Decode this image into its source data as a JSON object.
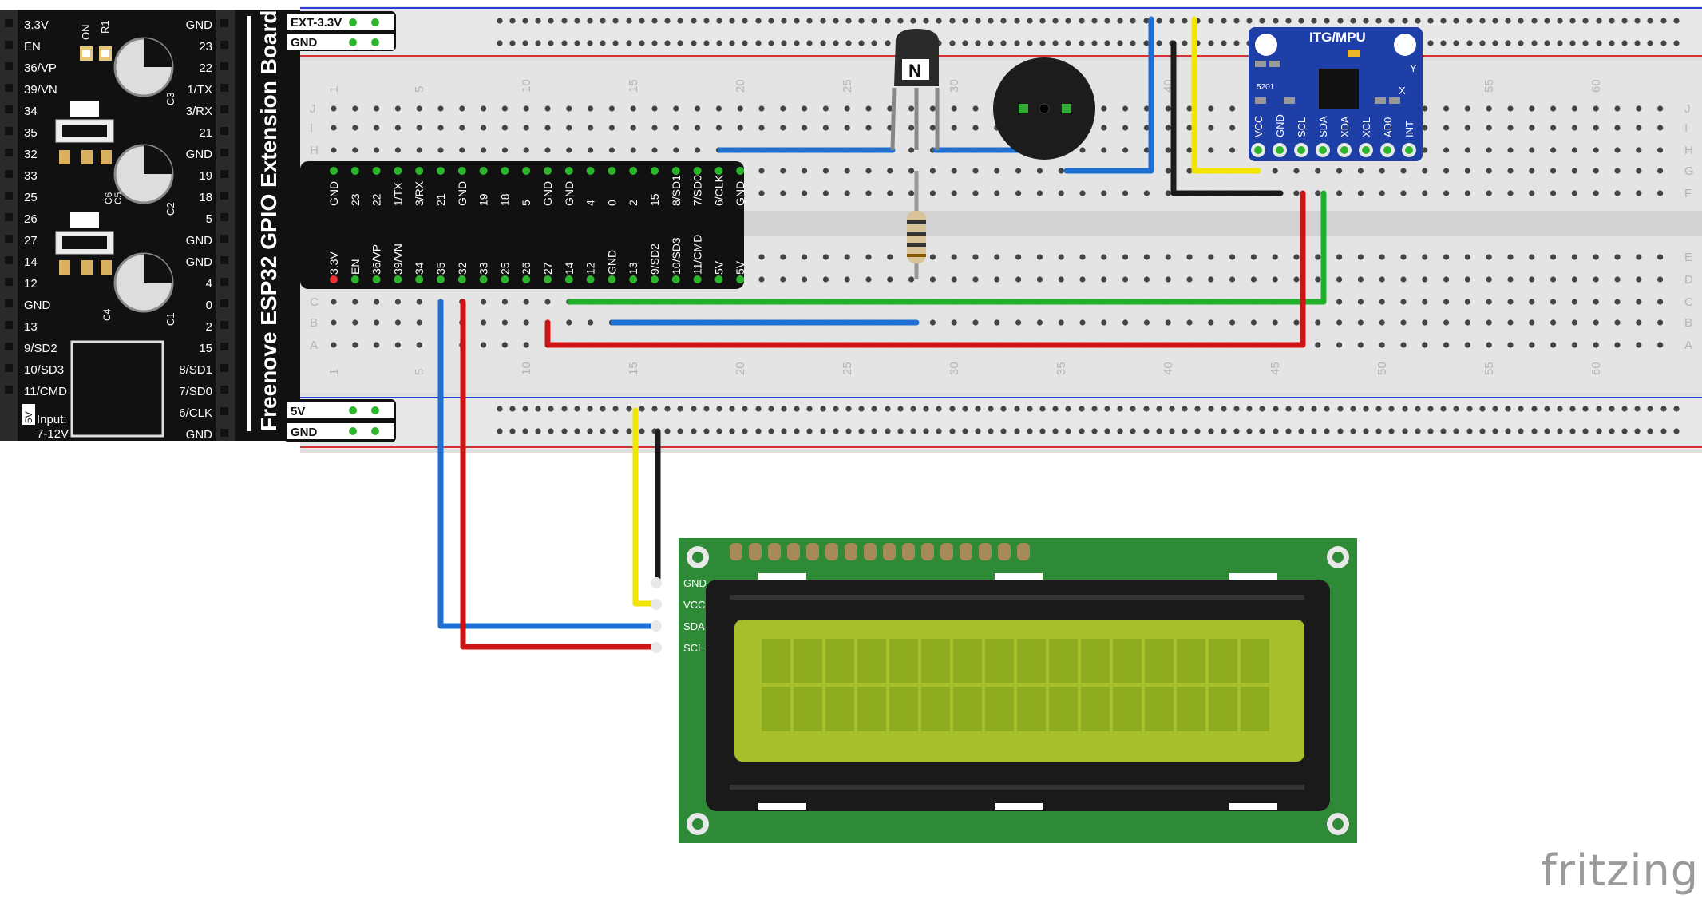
{
  "board": {
    "title": "Freenove ESP32 GPIO Extension Board",
    "input_label": "Input:",
    "input_range": "7-12V",
    "input_5v": "5V",
    "left_col": [
      "3.3V",
      "EN",
      "36/VP",
      "39/VN",
      "34",
      "35",
      "32",
      "33",
      "25",
      "26",
      "27",
      "14",
      "12",
      "GND",
      "13",
      "9/SD2",
      "10/SD3",
      "11/CMD"
    ],
    "right_col": [
      "GND",
      "23",
      "22",
      "1/TX",
      "3/RX",
      "21",
      "GND",
      "19",
      "18",
      "5",
      "GND",
      "GND",
      "4",
      "0",
      "2",
      "15",
      "8/SD1",
      "7/SD0",
      "6/CLK",
      "GND"
    ],
    "caps": [
      "C3",
      "C2",
      "C1",
      "C6",
      "C5",
      "C4"
    ],
    "top_led": [
      "ON",
      "R1"
    ],
    "header_top": [
      "GND",
      "23",
      "22",
      "1/TX",
      "3/RX",
      "21",
      "GND",
      "19",
      "18",
      "5",
      "GND",
      "GND",
      "4",
      "0",
      "2",
      "15",
      "8/SD1",
      "7/SD0",
      "6/CLK",
      "GND"
    ],
    "header_bottom": [
      "3.3V",
      "EN",
      "36/VP",
      "39/VN",
      "34",
      "35",
      "32",
      "33",
      "25",
      "26",
      "27",
      "14",
      "12",
      "GND",
      "13",
      "9/SD2",
      "10/SD3",
      "11/CMD",
      "5V",
      "5V"
    ]
  },
  "power_tags": {
    "ext33": "EXT-3.3V",
    "gnd": "GND",
    "v5": "5V"
  },
  "breadboard": {
    "col_numbers": [
      "1",
      "5",
      "10",
      "15",
      "20",
      "25",
      "30",
      "35",
      "40",
      "45",
      "50",
      "55",
      "60"
    ],
    "row_letters_top": [
      "J",
      "I",
      "H",
      "G",
      "F"
    ],
    "row_letters_bottom": [
      "E",
      "D",
      "C",
      "B",
      "A"
    ]
  },
  "mpu": {
    "title": "ITG/MPU",
    "chip_label": "5201",
    "pins": [
      "VCC",
      "GND",
      "SCL",
      "SDA",
      "XDA",
      "XCL",
      "AD0",
      "INT"
    ],
    "axes": [
      "Y",
      "X"
    ]
  },
  "transistor": {
    "label": "N"
  },
  "lcd": {
    "pins": [
      "GND",
      "VCC",
      "SDA",
      "SCL"
    ]
  },
  "logo": {
    "text": "fritzing"
  },
  "colors": {
    "blue_wire": "#1f6fd1",
    "red_wire": "#cc1414",
    "green_wire": "#1fb02a",
    "yellow_wire": "#f2e600",
    "black_wire": "#1a1a1a",
    "mpu_board": "#1e3fa8",
    "lcd_pcb": "#2f8a38",
    "lcd_screen": "#a6bf2a"
  },
  "icons": [
    "buzzer-icon",
    "npn-transistor-icon",
    "resistor-icon",
    "mpu6050-icon",
    "lcd1602-icon",
    "capacitor-icon"
  ]
}
